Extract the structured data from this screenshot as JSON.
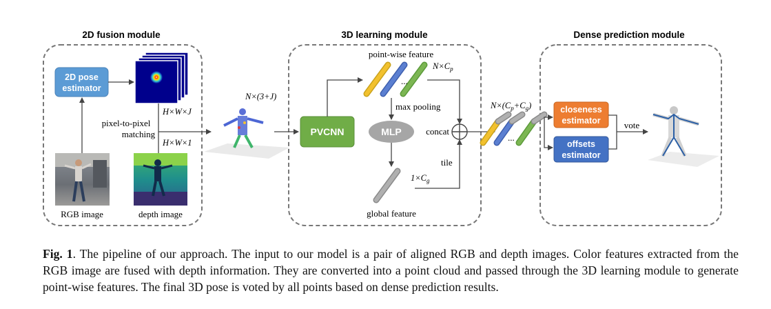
{
  "modules": {
    "fusion": {
      "title": "2D fusion module"
    },
    "learning": {
      "title": "3D learning module"
    },
    "dense": {
      "title": "Dense prediction module"
    }
  },
  "fusion": {
    "pose_estimator": "2D pose estimator",
    "pose_estimator_line1": "2D pose",
    "pose_estimator_line2": "estimator",
    "heatmap_label": "H×W×J",
    "matching_line1": "pixel-to-pixel",
    "matching_line2": "matching",
    "depth_dim_label": "H×W×1",
    "rgb_caption": "RGB image",
    "depth_caption": "depth image"
  },
  "pointcloud_label": "N×(3+J)",
  "learning": {
    "pointwise_title": "point-wise feature",
    "pointwise_dim": "N×C_p",
    "dots": "...",
    "pvcnn": "PVCNN",
    "max_pooling": "max pooling",
    "mlp": "MLP",
    "concat": "concat",
    "tile": "tile",
    "global_dim": "1×C_g",
    "global_title": "global feature"
  },
  "concat_feature_label": "N×(C_p+C_g)",
  "dense": {
    "closeness_line1": "closeness",
    "closeness_line2": "estimator",
    "offsets_line1": "offsets",
    "offsets_line2": "estimator",
    "vote": "vote"
  },
  "colors": {
    "pose_estimator": "#5b9bd5",
    "pvcnn": "#70ad47",
    "mlp": "#a6a6a6",
    "closeness": "#ed7d31",
    "offsets": "#4472c4",
    "feature_yellow": "#f2c12e",
    "feature_blue": "#5b7fd1",
    "feature_green": "#7cb653",
    "feature_gray": "#b0b0b0"
  },
  "caption": {
    "label": "Fig. 1",
    "text": ". The pipeline of our approach. The input to our model is a pair of aligned RGB and depth images. Color features extracted from the RGB image are fused with depth information. They are converted into a point cloud and passed through the 3D learning module to generate point-wise features. The final 3D pose is voted by all points based on dense prediction results."
  }
}
